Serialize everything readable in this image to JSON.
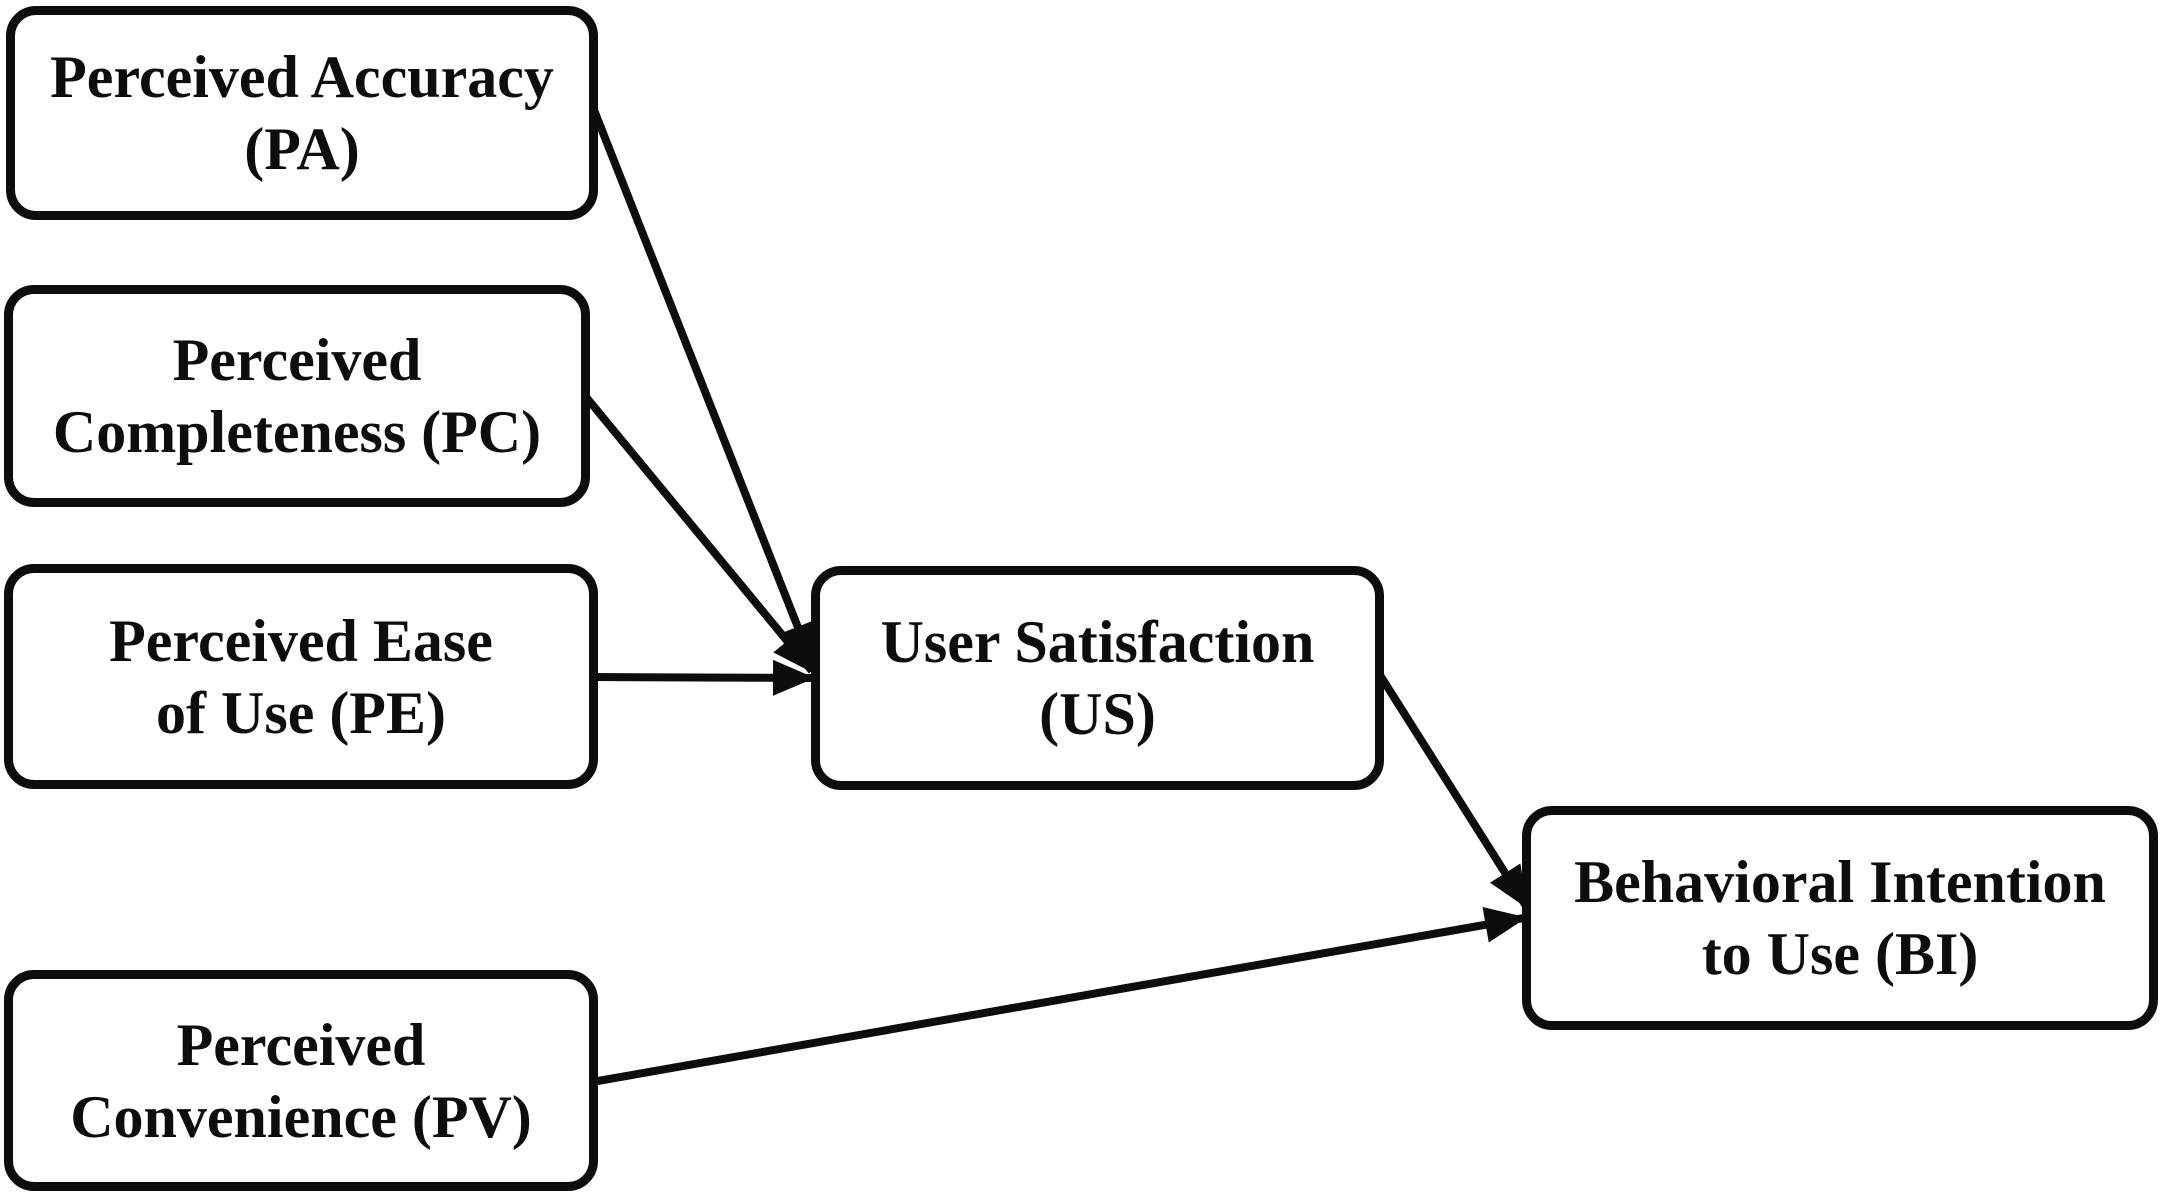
{
  "diagram": {
    "nodes": {
      "pa": {
        "line1": "Perceived Accuracy",
        "line2": "(PA)"
      },
      "pc": {
        "line1": "Perceived",
        "line2": "Completeness (PC)"
      },
      "pe": {
        "line1": "Perceived Ease",
        "line2": "of Use (PE)"
      },
      "pv": {
        "line1": "Perceived",
        "line2": "Convenience (PV)"
      },
      "us": {
        "line1": "User Satisfaction",
        "line2": "(US)"
      },
      "bi": {
        "line1": "Behavioral Intention",
        "line2": "to Use (BI)"
      }
    },
    "edges": [
      {
        "from": "PA",
        "to": "US"
      },
      {
        "from": "PC",
        "to": "US"
      },
      {
        "from": "PE",
        "to": "US"
      },
      {
        "from": "US",
        "to": "BI"
      },
      {
        "from": "PV",
        "to": "BI"
      }
    ],
    "colors": {
      "background": "#ffffff",
      "line": "#0d0d0d",
      "text": "#0d0d0d"
    }
  }
}
